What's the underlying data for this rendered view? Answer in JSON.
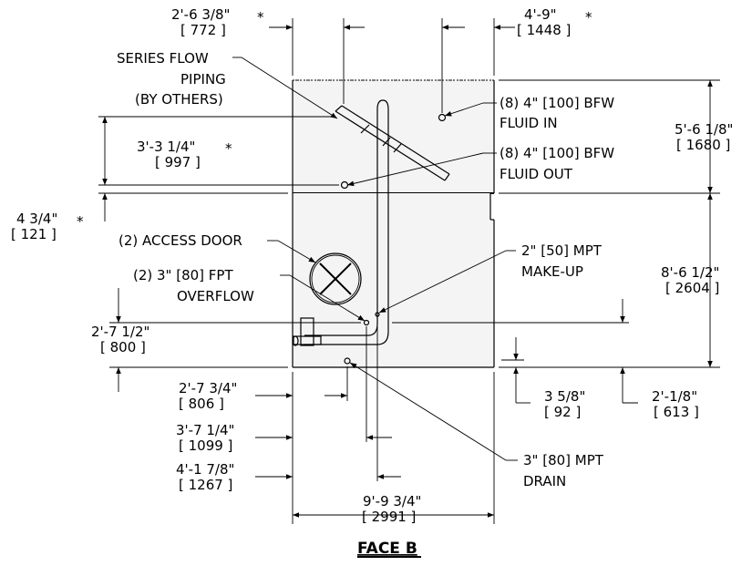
{
  "title": "FACE B",
  "top_dims": {
    "d1": "2'-6 3/8\"",
    "d1m": "[ 772 ]",
    "star1": "*",
    "d2": "4'-9\"",
    "d2m": "[ 1448 ]",
    "star2": "*"
  },
  "left_dims": {
    "d3": "3'-3 1/4\"",
    "d3m": "[ 997 ]",
    "star3": "*",
    "d4": "4 3/4\"",
    "d4m": "[ 121 ]",
    "star4": "*",
    "d5": "2'-7 1/2\"",
    "d5m": "[ 800 ]"
  },
  "right_dims": {
    "d6": "5'-6 1/8\"",
    "d6m": "[ 1680 ]",
    "d7": "8'-6 1/2\"",
    "d7m": "[ 2604 ]",
    "d8": "3 5/8\"",
    "d8m": "[ 92 ]",
    "d9": "2'-1/8\"",
    "d9m": "[ 613 ]"
  },
  "bottom_dims": {
    "d10": "2'-7 3/4\"",
    "d10m": "[ 806 ]",
    "d11": "3'-7 1/4\"",
    "d11m": "[ 1099 ]",
    "d12": "4'-1 7/8\"",
    "d12m": "[ 1267 ]",
    "d13": "9'-9 3/4\"",
    "d13m": "[ 2991 ]"
  },
  "callouts": {
    "series1": "SERIES FLOW",
    "series2": "PIPING",
    "series3": "(BY OTHERS)",
    "fin1": "(8) 4\" [100] BFW",
    "fin2": "FLUID IN",
    "fout1": "(8) 4\" [100] BFW",
    "fout2": "FLUID OUT",
    "access": "(2) ACCESS DOOR",
    "ovf1": "(2) 3\" [80] FPT",
    "ovf2": "OVERFLOW",
    "mk1": "2\" [50] MPT",
    "mk2": "MAKE-UP",
    "dr1": "3\" [80] MPT",
    "dr2": "DRAIN"
  }
}
